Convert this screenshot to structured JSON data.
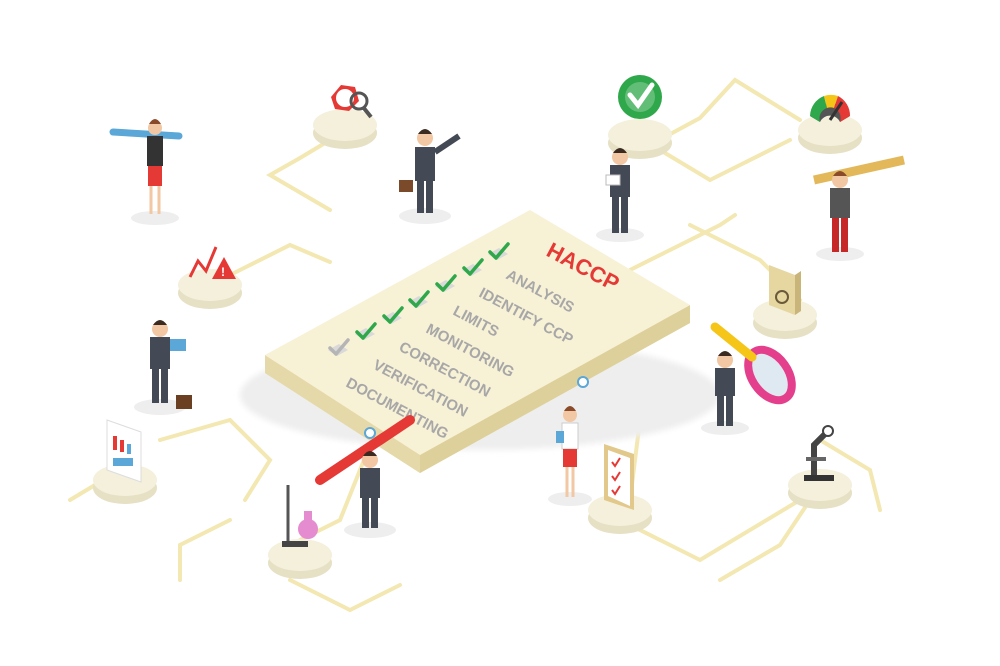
{
  "board": {
    "title": "HACCP",
    "steps": [
      {
        "label": "ANALYSIS",
        "checked": true
      },
      {
        "label": "IDENTIFY CCP",
        "checked": true
      },
      {
        "label": "LIMITS",
        "checked": true
      },
      {
        "label": "MONITORING",
        "checked": true
      },
      {
        "label": "CORRECTION",
        "checked": true
      },
      {
        "label": "VERIFICATION",
        "checked": true
      },
      {
        "label": "DOCUMENTING",
        "checked": false
      }
    ]
  },
  "colors": {
    "accent_red": "#e53935",
    "check_green": "#2ea84a",
    "board_cream": "#f7f1d6",
    "platform": "#f4f0dc",
    "connector_line": "#f3e7b2",
    "text_gray": "#a7a7a7",
    "suit": "#444a55"
  },
  "icons": [
    "pencil-icon",
    "valve-magnifier-icon",
    "checkmark-badge-icon",
    "gauge-icon",
    "ruler-icon",
    "warning-chart-icon",
    "book-info-icon",
    "laptop-icon",
    "briefcase-icon",
    "magnifier-icon",
    "report-chart-icon",
    "flask-icon",
    "clipboard-icon",
    "microscope-icon"
  ]
}
